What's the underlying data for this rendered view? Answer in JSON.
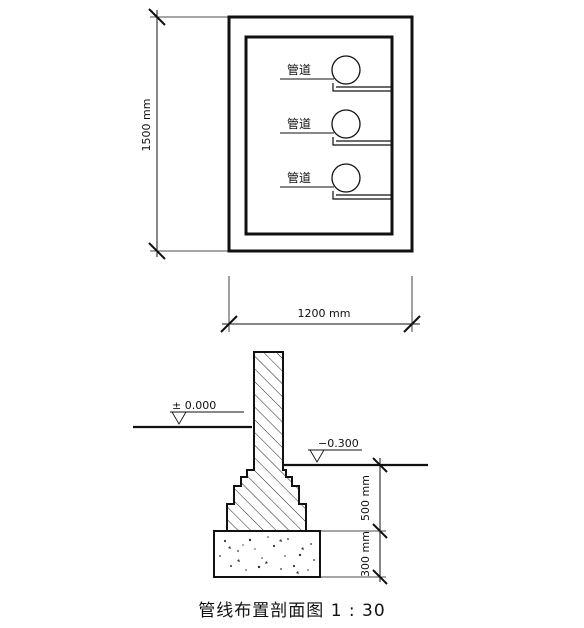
{
  "box": {
    "height_dim": "1500 mm",
    "width_dim": "1200 mm",
    "pipe_labels": [
      "管道",
      "管道",
      "管道"
    ]
  },
  "section": {
    "level_ground": "± 0.000",
    "level_lower": "−0.300",
    "footing_dim": "500 mm",
    "pad_dim": "300 mm"
  },
  "caption": "管线布置剖面图 1 : 30"
}
